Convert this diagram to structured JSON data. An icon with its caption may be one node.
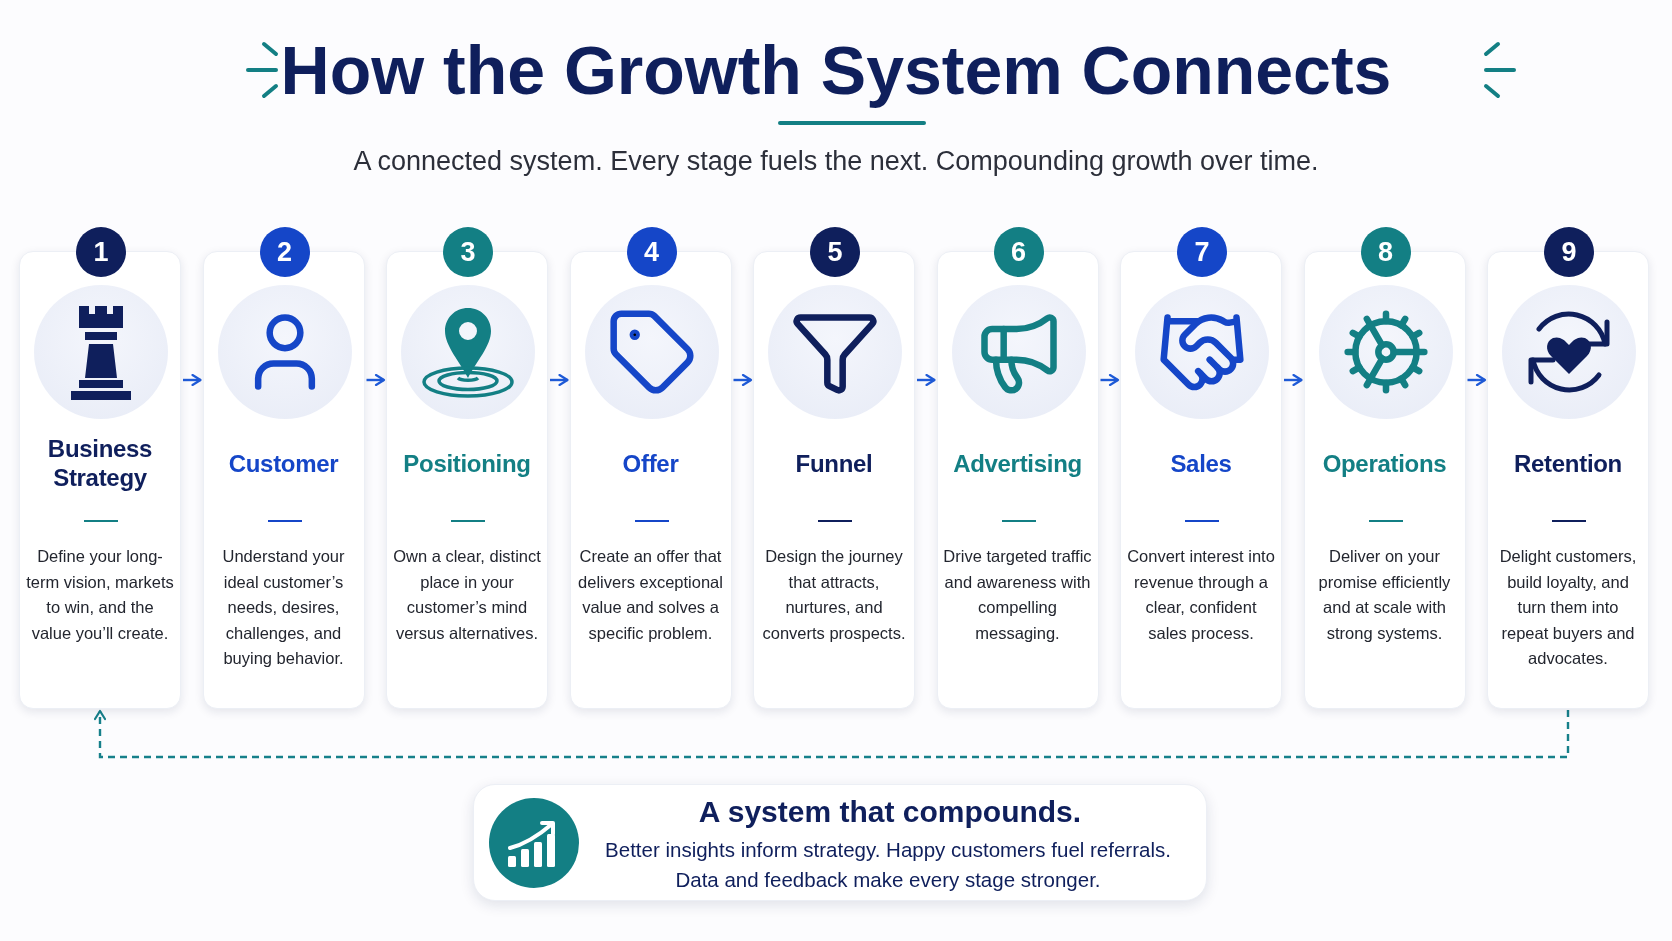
{
  "diagram": {
    "title": "How the Growth System Connects",
    "nodes": [
      {
        "text": [
          "1",
          "Business Strategy",
          "Define your long-term vision, markets to win, and the value you’ll create."
        ]
      },
      {
        "text": [
          "2",
          "Customer",
          "Understand your ideal customer’s needs, desires, challenges, and buying behavior."
        ]
      },
      {
        "text": [
          "3",
          "Positioning",
          "Own a clear, distinct place in your customer’s mind versus alternatives."
        ]
      },
      {
        "text": [
          "4",
          "Offer",
          "Create an offer that delivers exceptional value and solves a specific problem."
        ]
      },
      {
        "text": [
          "5",
          "Funnel",
          "Design the journey that attracts, nurtures, and converts prospects."
        ]
      },
      {
        "text": [
          "6",
          "Advertising",
          "Drive targeted traffic and awareness with compelling messaging."
        ]
      },
      {
        "text": [
          "7",
          "Sales",
          "Convert interest into revenue through a clear, confident sales process."
        ]
      },
      {
        "text": [
          "8",
          "Operations",
          "Deliver on your promise efficiently and at scale with strong systems."
        ]
      },
      {
        "text": [
          "9",
          "Retention",
          "Delight customers, build loyalty, and turn them into repeat buyers and advocates."
        ]
      },
      {
        "text": [
          "A system that compounds.",
          "Better insights inform strategy. Happy customers fuel referrals. Data and feedback make every stage stronger."
        ]
      }
    ],
    "edges": [
      {
        "from": 0,
        "to": 1,
        "arrow": "to"
      },
      {
        "from": 1,
        "to": 2,
        "arrow": "to"
      },
      {
        "from": 2,
        "to": 3,
        "arrow": "to"
      },
      {
        "from": 3,
        "to": 4,
        "arrow": "to"
      },
      {
        "from": 4,
        "to": 5,
        "arrow": "to"
      },
      {
        "from": 5,
        "to": 6,
        "arrow": "to"
      },
      {
        "from": 6,
        "to": 7,
        "arrow": "to"
      },
      {
        "from": 7,
        "to": 8,
        "arrow": "to"
      },
      {
        "from": 8,
        "to": 0,
        "arrow": "to",
        "style": "dashed",
        "color": "#16808a"
      }
    ],
    "labels": [
      "A connected system. Every stage fuels the next. Compounding growth over time."
    ]
  }
}
